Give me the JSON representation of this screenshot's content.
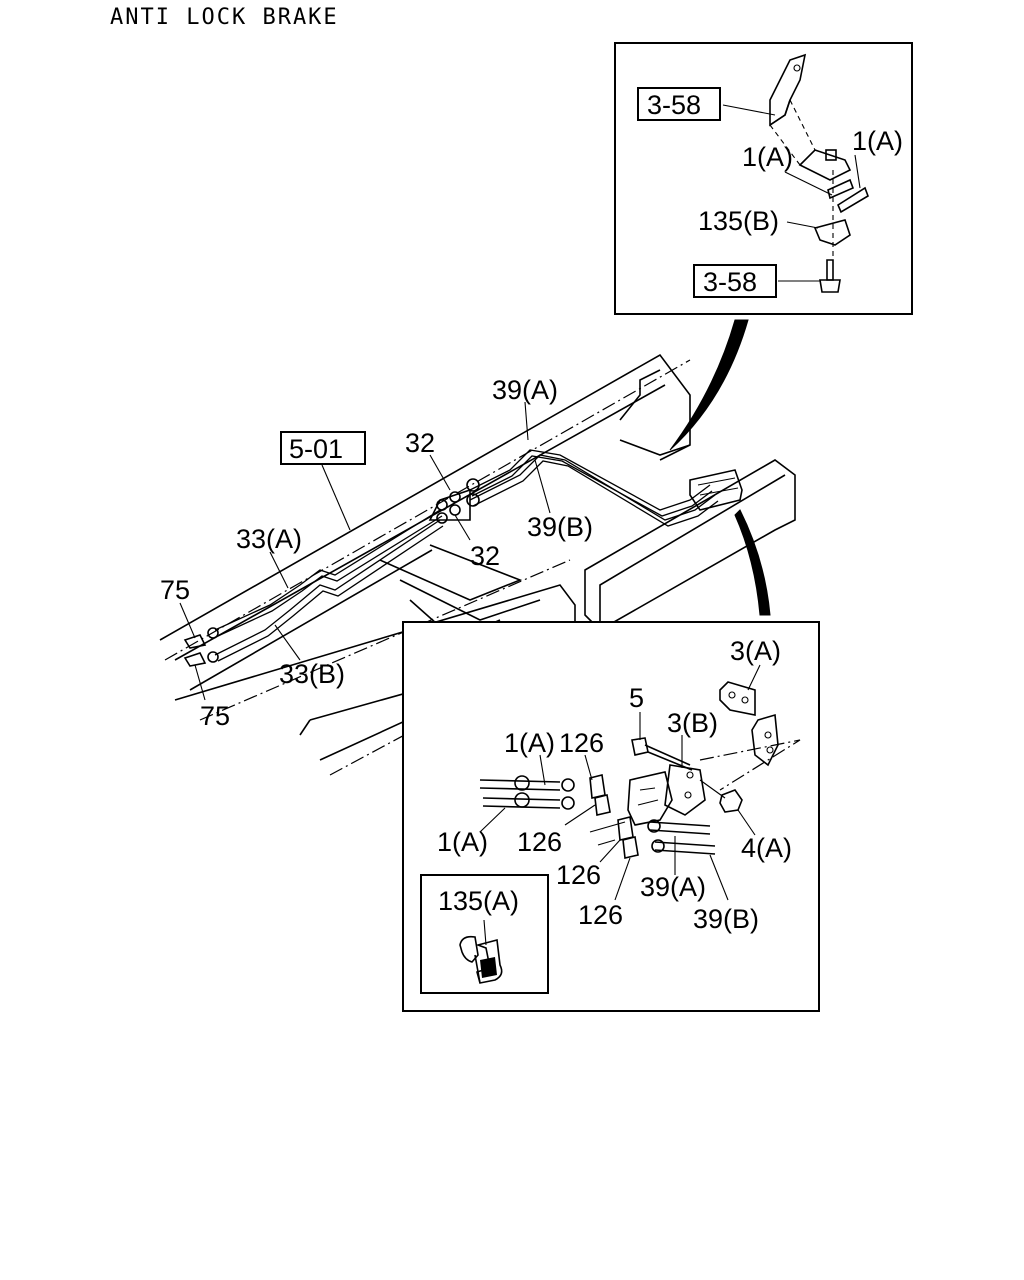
{
  "title": "ANTI LOCK BRAKE",
  "refs": {
    "top_bracket": "3-58",
    "top_bolt": "3-58",
    "harness": "5-01"
  },
  "labels": {
    "p1a_top_right": "1(A)",
    "p1a_top_left": "1(A)",
    "p135b": "135(B)",
    "p39a_main": "39(A)",
    "p39b_main": "39(B)",
    "p32_upper": "32",
    "p32_lower": "32",
    "p33a": "33(A)",
    "p33b": "33(B)",
    "p75_upper": "75",
    "p75_lower": "75",
    "p3a": "3(A)",
    "p5": "5",
    "p3b": "3(B)",
    "p1a_detail_top": "1(A)",
    "p126_top": "126",
    "p1a_detail_bottom": "1(A)",
    "p126_mid": "126",
    "p126_low": "126",
    "p126_bottom": "126",
    "p4a": "4(A)",
    "p39a_detail": "39(A)",
    "p39b_detail": "39(B)",
    "p135a": "135(A)"
  }
}
